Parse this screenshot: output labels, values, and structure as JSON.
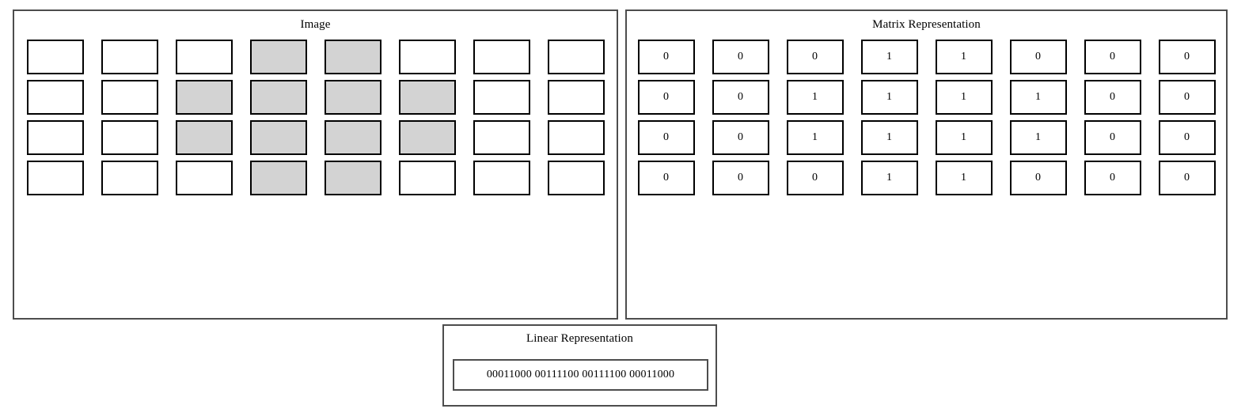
{
  "diagram": {
    "panels": {
      "image": {
        "title": "Image",
        "legend": {
          "on_color": "#d3d3d3",
          "off_color": "#ffffff"
        }
      },
      "matrix": {
        "title": "Matrix Representation"
      },
      "linear": {
        "title": "Linear Representation",
        "value": "00011000 00111100 00111100 00011000"
      }
    },
    "grid": {
      "rows": 4,
      "cols": 8,
      "values": [
        [
          0,
          0,
          0,
          1,
          1,
          0,
          0,
          0
        ],
        [
          0,
          0,
          1,
          1,
          1,
          1,
          0,
          0
        ],
        [
          0,
          0,
          1,
          1,
          1,
          1,
          0,
          0
        ],
        [
          0,
          0,
          0,
          1,
          1,
          0,
          0,
          0
        ]
      ]
    }
  }
}
